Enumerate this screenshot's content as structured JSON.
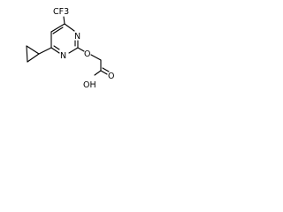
{
  "molecule": {
    "atoms": {
      "trifluoromethyl": "CF3",
      "ring_n_upper": "N",
      "ring_n_lower": "N",
      "ether_o": "O",
      "carbonyl_o": "O",
      "hydroxyl": "OH"
    }
  }
}
